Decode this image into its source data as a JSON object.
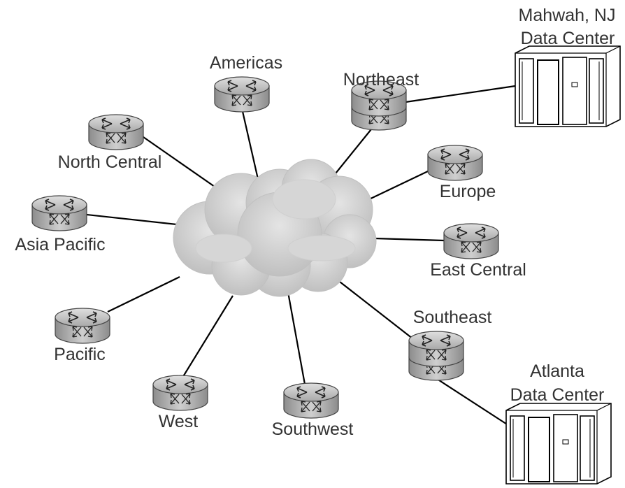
{
  "network": {
    "cloud": {
      "color": "#c8c8c8"
    },
    "routers": {
      "americas": "Americas",
      "northeast": "Northeast",
      "north_central": "North Central",
      "europe": "Europe",
      "asia_pacific": "Asia Pacific",
      "east_central": "East Central",
      "pacific": "Pacific",
      "southeast": "Southeast",
      "west": "West",
      "southwest": "Southwest"
    },
    "data_centers": {
      "mahwah": [
        "Mahwah, NJ",
        "Data Center"
      ],
      "atlanta": [
        "Atlanta",
        "Data Center"
      ]
    },
    "colors": {
      "router_fill": "#b4b4b4",
      "link": "#000000",
      "text": "#333333"
    }
  }
}
